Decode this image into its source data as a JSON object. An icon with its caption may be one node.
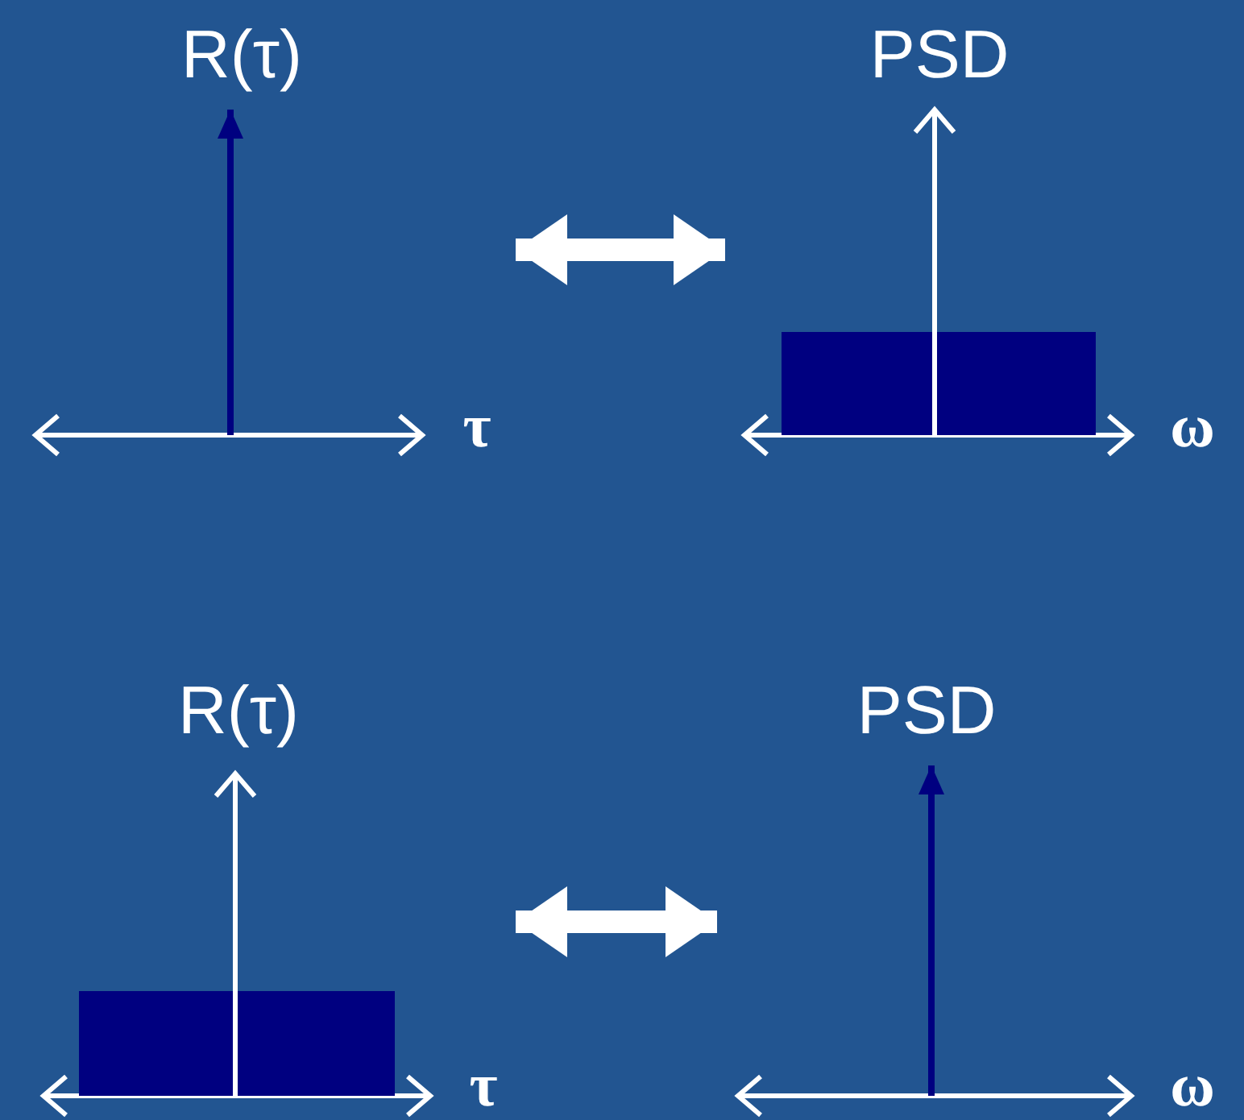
{
  "diagram": {
    "nodes": [
      {
        "text": [
          "R(τ)",
          "τ"
        ]
      },
      {
        "text": [
          "PSD",
          "ω"
        ]
      },
      {
        "text": [
          "R(τ)",
          "τ"
        ]
      },
      {
        "text": [
          "PSD",
          "ω"
        ]
      }
    ],
    "edges": [
      {
        "from": 0,
        "to": 1,
        "arrow": "both"
      },
      {
        "from": 2,
        "to": 3,
        "arrow": "both"
      }
    ]
  }
}
